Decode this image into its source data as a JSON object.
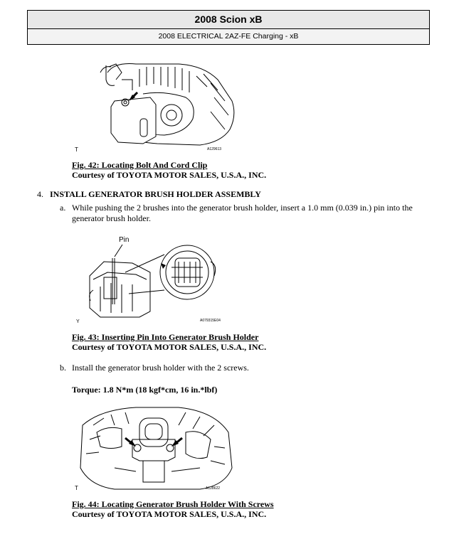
{
  "header": {
    "title": "2008 Scion xB",
    "subtitle": "2008 ELECTRICAL 2AZ-FE Charging - xB"
  },
  "figures": [
    {
      "code": "A129613",
      "mark": "T",
      "title": "Fig. 42: Locating Bolt And Cord Clip",
      "courtesy": "Courtesy of TOYOTA MOTOR SALES, U.S.A., INC."
    },
    {
      "code": "A079315E04",
      "mark": "Y",
      "callout": "Pin",
      "title": "Fig. 43: Inserting Pin Into Generator Brush Holder",
      "courtesy": "Courtesy of TOYOTA MOTOR SALES, U.S.A., INC."
    },
    {
      "code": "A128622",
      "mark": "T",
      "title": "Fig. 44: Locating Generator Brush Holder With Screws",
      "courtesy": "Courtesy of TOYOTA MOTOR SALES, U.S.A., INC."
    }
  ],
  "step": {
    "number": "4.",
    "title": "INSTALL GENERATOR BRUSH HOLDER ASSEMBLY"
  },
  "substeps": [
    {
      "letter": "a.",
      "text": "While pushing the 2 brushes into the generator brush holder, insert a 1.0 mm (0.039 in.) pin into the generator brush holder."
    },
    {
      "letter": "b.",
      "text": "Install the generator brush holder with the 2 screws."
    }
  ],
  "torque": "Torque: 1.8 N*m (18 kgf*cm, 16 in.*lbf)"
}
